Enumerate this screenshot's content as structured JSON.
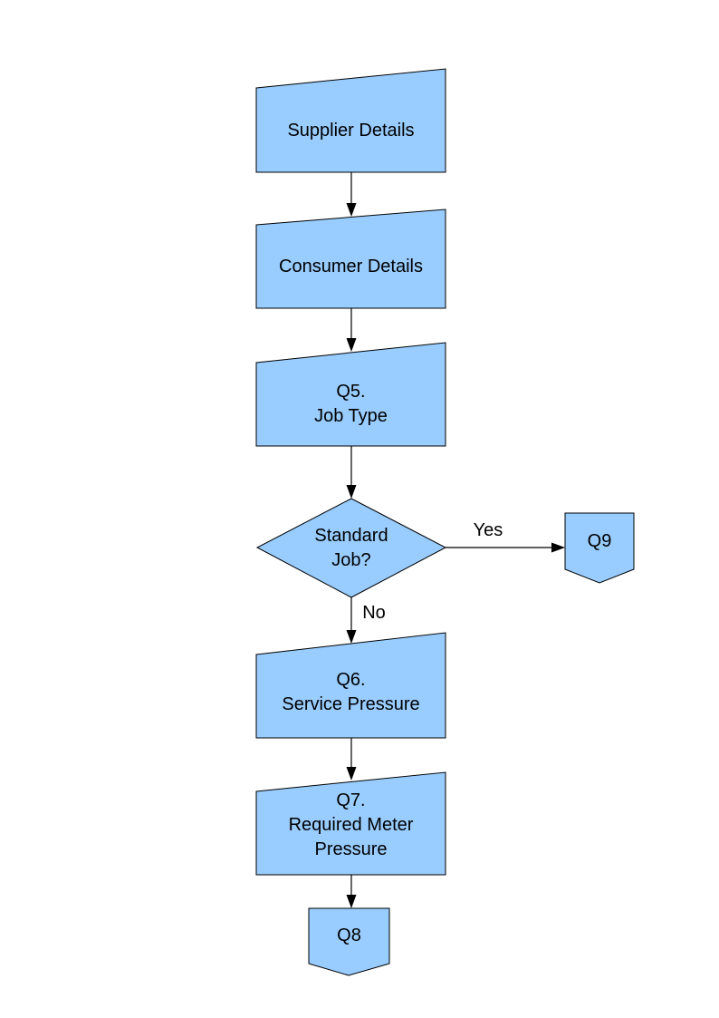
{
  "diagram": {
    "background_color": "#ffffff",
    "shape_fill": "#99ccff",
    "shape_stroke": "#000000",
    "nodes": {
      "supplier": {
        "label": "Supplier Details",
        "type": "manual-input"
      },
      "consumer": {
        "label": "Consumer Details",
        "type": "manual-input"
      },
      "q5": {
        "label": "Q5.\nJob Type",
        "type": "manual-input"
      },
      "decision": {
        "label": "Standard\nJob?",
        "type": "decision"
      },
      "q9": {
        "label": "Q9",
        "type": "off-page-connector"
      },
      "q6": {
        "label": "Q6.\nService Pressure",
        "type": "manual-input"
      },
      "q7": {
        "label": "Q7.\nRequired Meter\nPressure",
        "type": "manual-input"
      },
      "q8": {
        "label": "Q8",
        "type": "off-page-connector"
      }
    },
    "edges": {
      "yes_label": "Yes",
      "no_label": "No"
    }
  }
}
